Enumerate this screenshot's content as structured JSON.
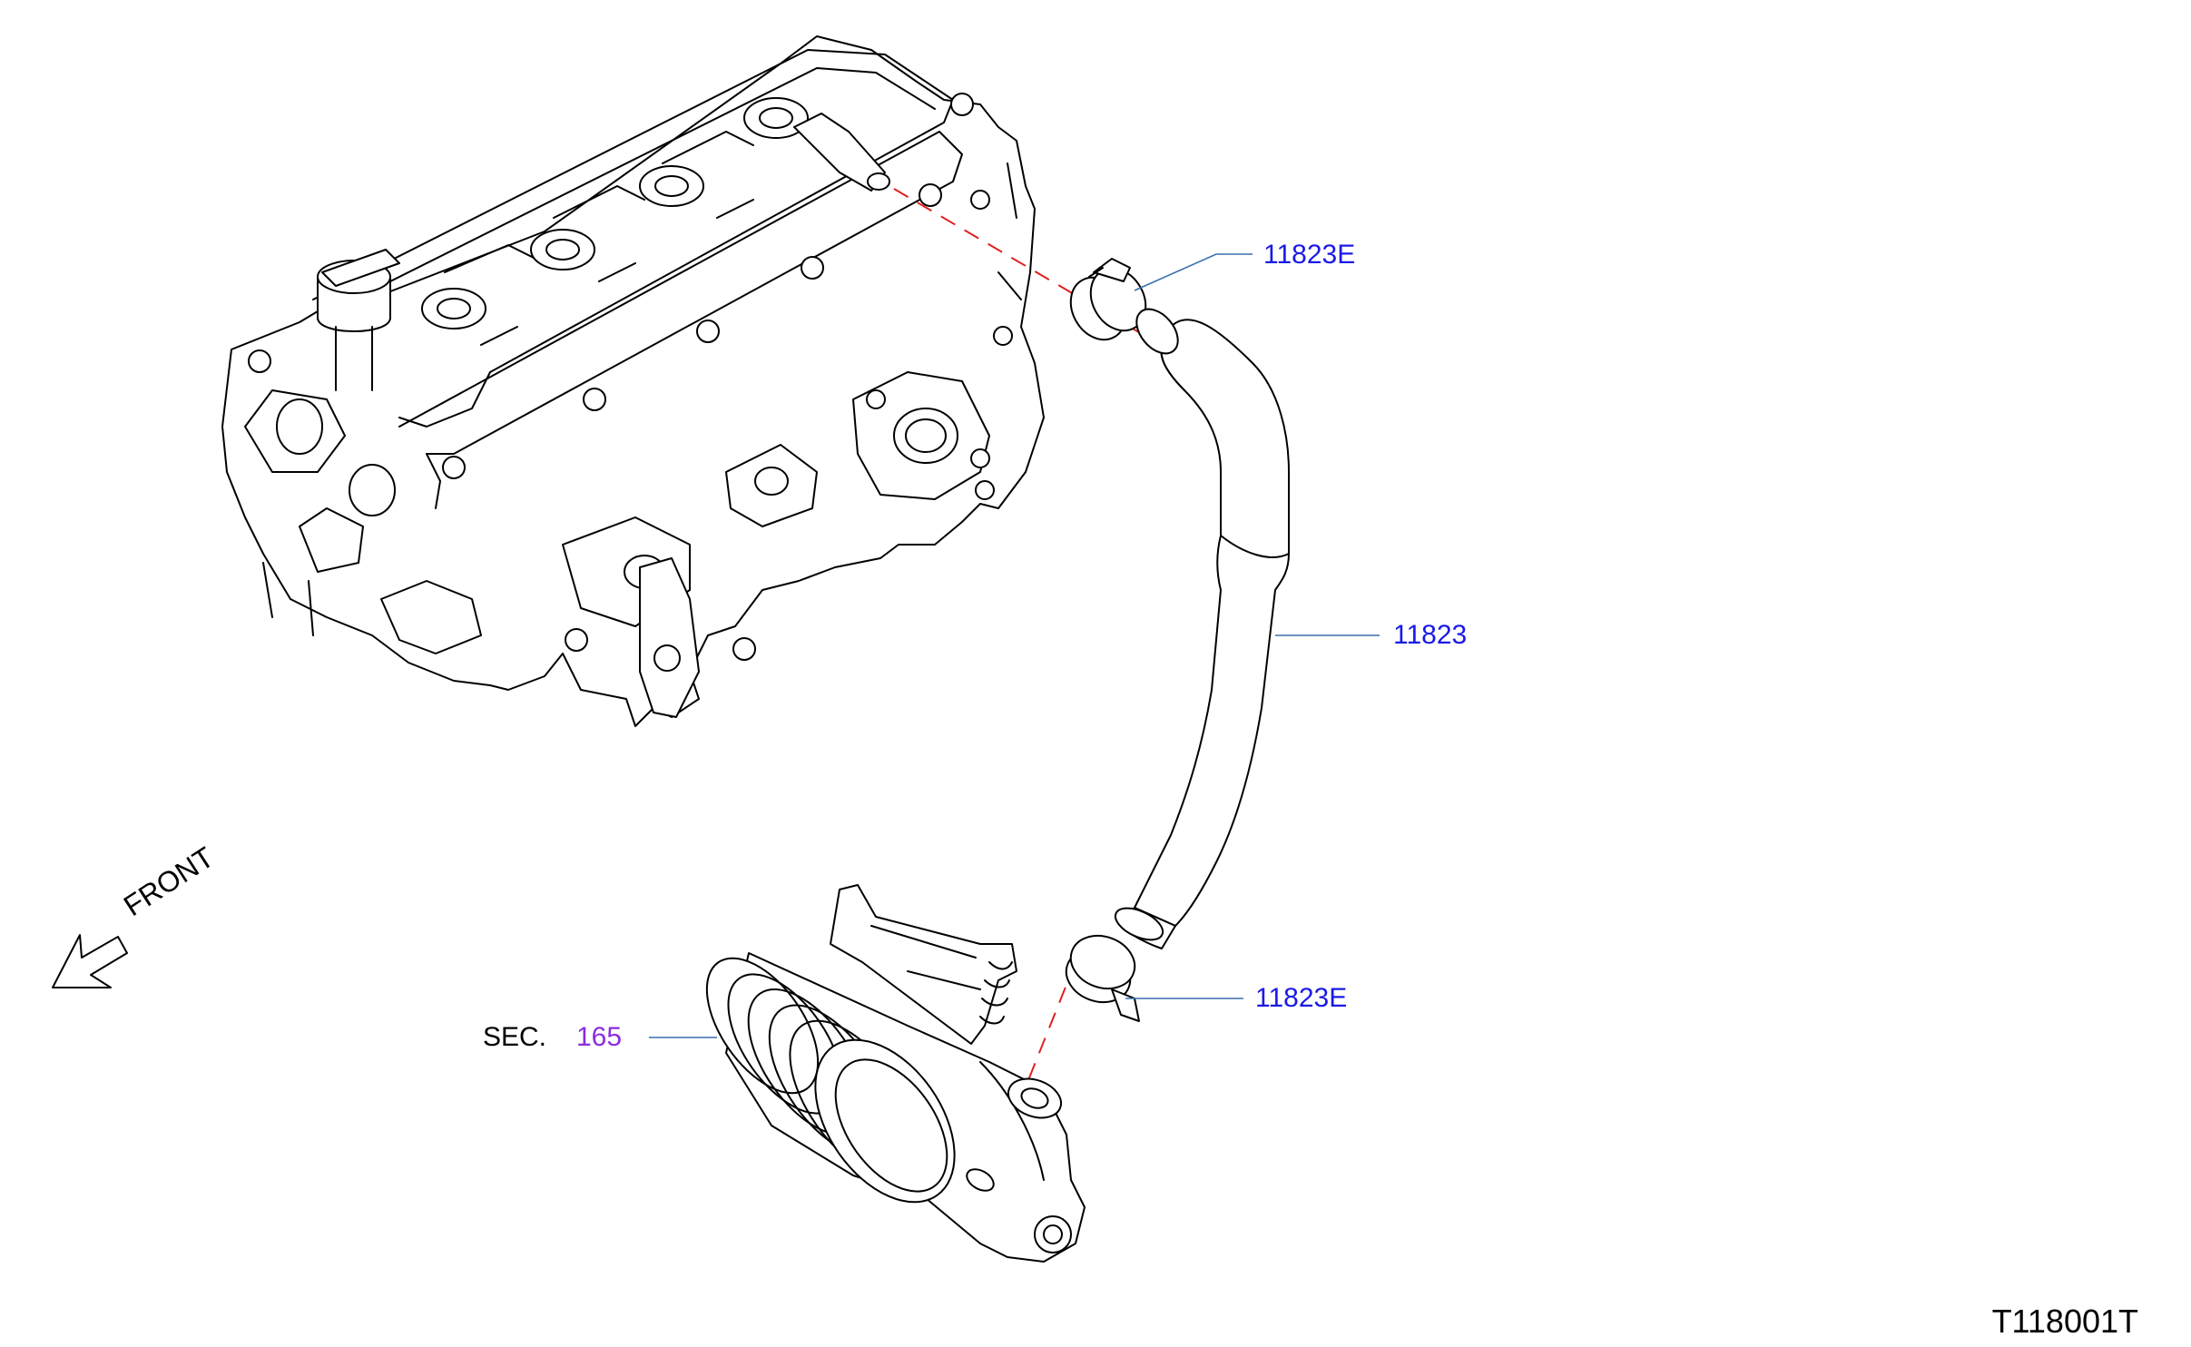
{
  "diagram": {
    "callouts": {
      "clamp_upper": "11823E",
      "hose": "11823",
      "clamp_lower": "11823E",
      "sec_prefix": "SEC.",
      "sec_number": "165"
    },
    "direction_label": "FRONT",
    "figure_code": "T118001T"
  },
  "colors": {
    "part_number": "#1a1ae6",
    "section_ref": "#8a2be2",
    "leader_line": "#3a6fb0",
    "dash_line": "#e02020",
    "outline": "#000000"
  }
}
